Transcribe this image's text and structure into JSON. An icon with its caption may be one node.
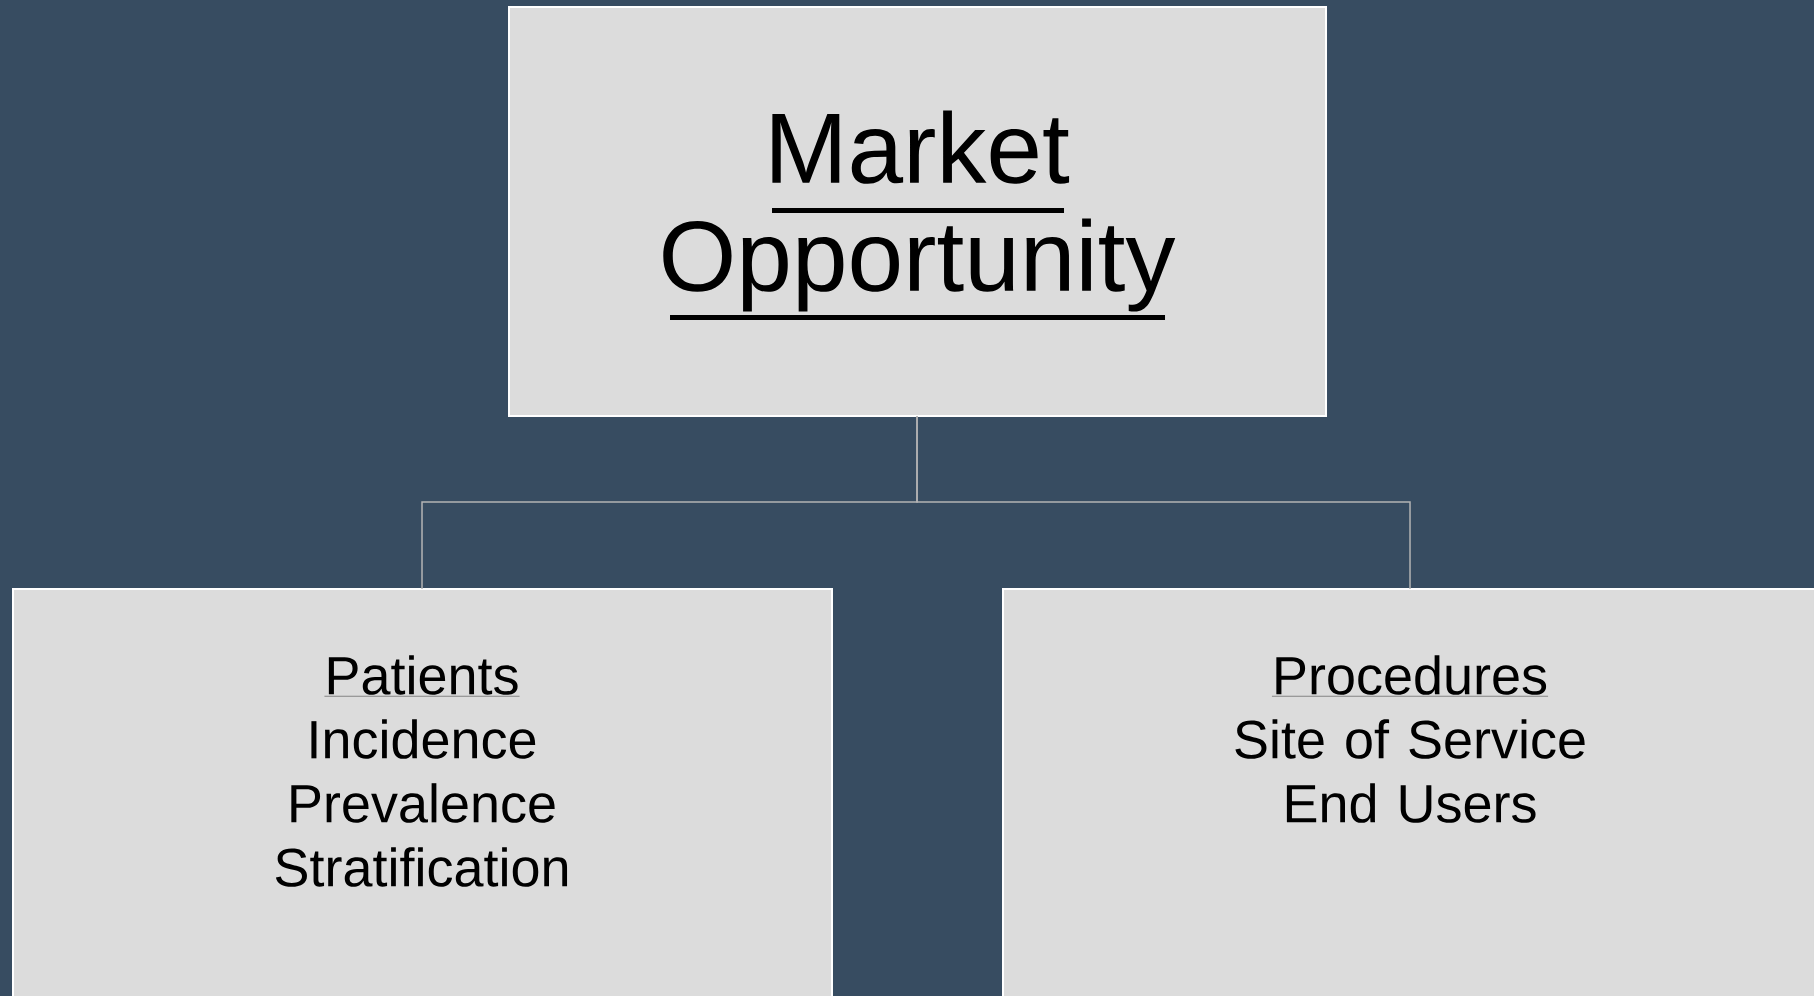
{
  "diagram": {
    "nodes": [
      {
        "text": [
          "Market Opportunity"
        ]
      },
      {
        "text": [
          "Patients",
          "Incidence",
          "Prevalence",
          "Stratification"
        ]
      },
      {
        "text": [
          "Procedures",
          "Site of Service",
          "End Users"
        ]
      }
    ],
    "edges": [
      {
        "from": 0,
        "to": 1,
        "arrow": "none"
      },
      {
        "from": 0,
        "to": 2,
        "arrow": "none"
      }
    ]
  }
}
